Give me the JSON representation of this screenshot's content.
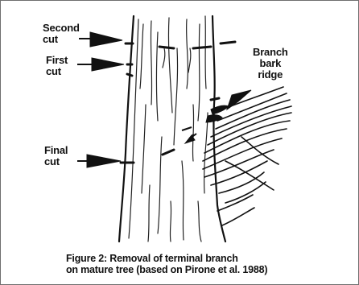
{
  "figure": {
    "labels": {
      "second_cut": [
        "Second",
        "cut"
      ],
      "first_cut": [
        "First",
        "cut"
      ],
      "final_cut": [
        "Final",
        "cut"
      ],
      "branch_bark_ridge": [
        "Branch",
        "bark",
        "ridge"
      ]
    },
    "caption": [
      "Figure 2: Removal of terminal branch",
      "on mature tree (based on Pirone et al. 1988)"
    ],
    "colors": {
      "ink": "#111111",
      "border": "#6f6f6f",
      "background": "#ffffff"
    }
  }
}
